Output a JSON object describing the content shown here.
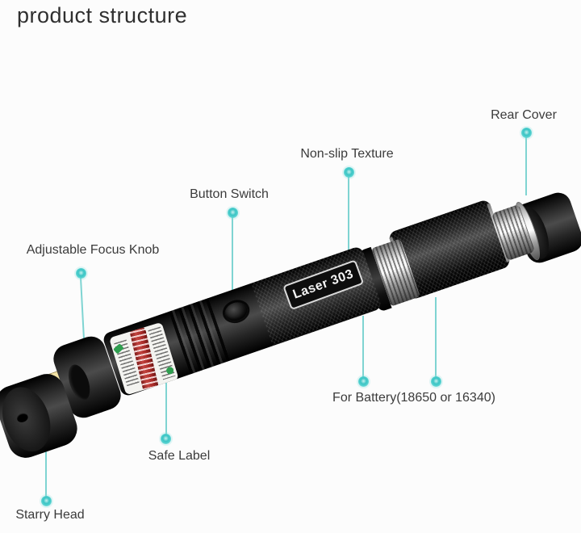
{
  "title": "product structure",
  "product": {
    "body_text": "Laser 303"
  },
  "callouts": {
    "rear_cover": "Rear Cover",
    "non_slip": "Non-slip Texture",
    "button_switch": "Button Switch",
    "focus_knob": "Adjustable Focus Knob",
    "safe_label": "Safe Label",
    "starry_head": "Starry Head",
    "battery": "For Battery(18650 or 16340)"
  },
  "colors": {
    "accent": "#3ec6c6",
    "leader_line": "#7fd4d2",
    "text": "#3b3b3b",
    "background": "#fcfcfc"
  }
}
